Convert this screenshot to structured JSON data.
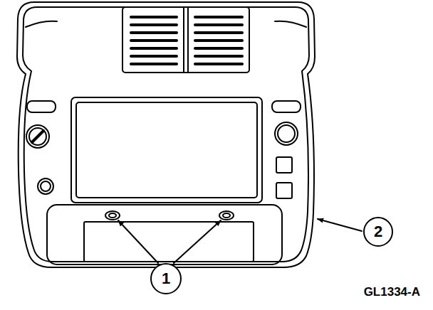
{
  "diagram": {
    "nodes": [
      {
        "text": [
          "1"
        ]
      },
      {
        "text": [
          "2"
        ]
      }
    ],
    "labels": [
      "GL1334-A"
    ]
  }
}
